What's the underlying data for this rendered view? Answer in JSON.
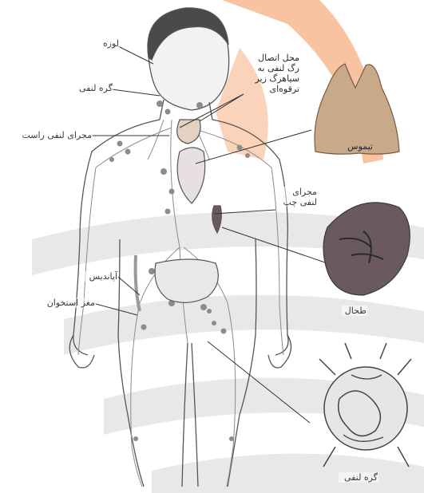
{
  "labels": {
    "tonsil": "لوزه",
    "lymph_node_left": "گره لنفی",
    "right_lymph_duct": "مجرای لنفی راست",
    "junction": "محل اتصال\nرگ لنفی به\nسیاهرگ زیر\nترقوه‌ای",
    "thymus": "تیموس",
    "left_lymph_duct": "مجرای\nلنفی چپ",
    "appendix": "آپاندیس",
    "bone_marrow": "مغز استخوان",
    "spleen": "طحال",
    "lymph_node_bottom": "گره لنفی"
  },
  "colors": {
    "watermark_orange": "#f7ad82",
    "watermark_gray": "#d9d9d9",
    "skin_line": "#555555",
    "lymph_node": "#8c8c8c",
    "thymus_fill": "#c8a98a",
    "spleen_fill": "#6a5a5e"
  }
}
